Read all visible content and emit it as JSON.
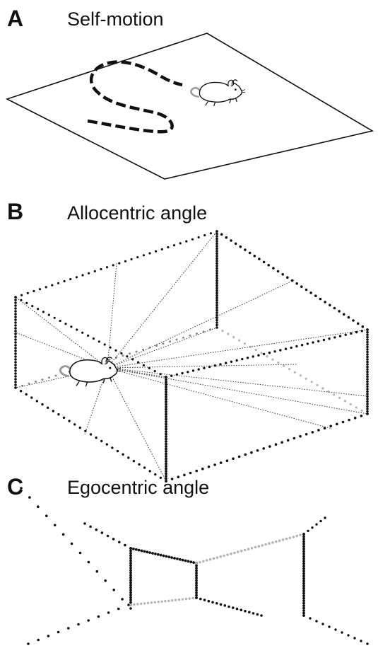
{
  "panels": [
    {
      "letter": "A",
      "title": "Self-motion"
    },
    {
      "letter": "B",
      "title": "Allocentric angle"
    },
    {
      "letter": "C",
      "title": "Egocentric angle"
    }
  ],
  "colors": {
    "ink": "#111111",
    "light_gray": "#b4b4b4",
    "mid_gray": "#8a8a8a",
    "tail_gray": "#9a9a9a"
  },
  "icons": [
    "rat-icon"
  ]
}
